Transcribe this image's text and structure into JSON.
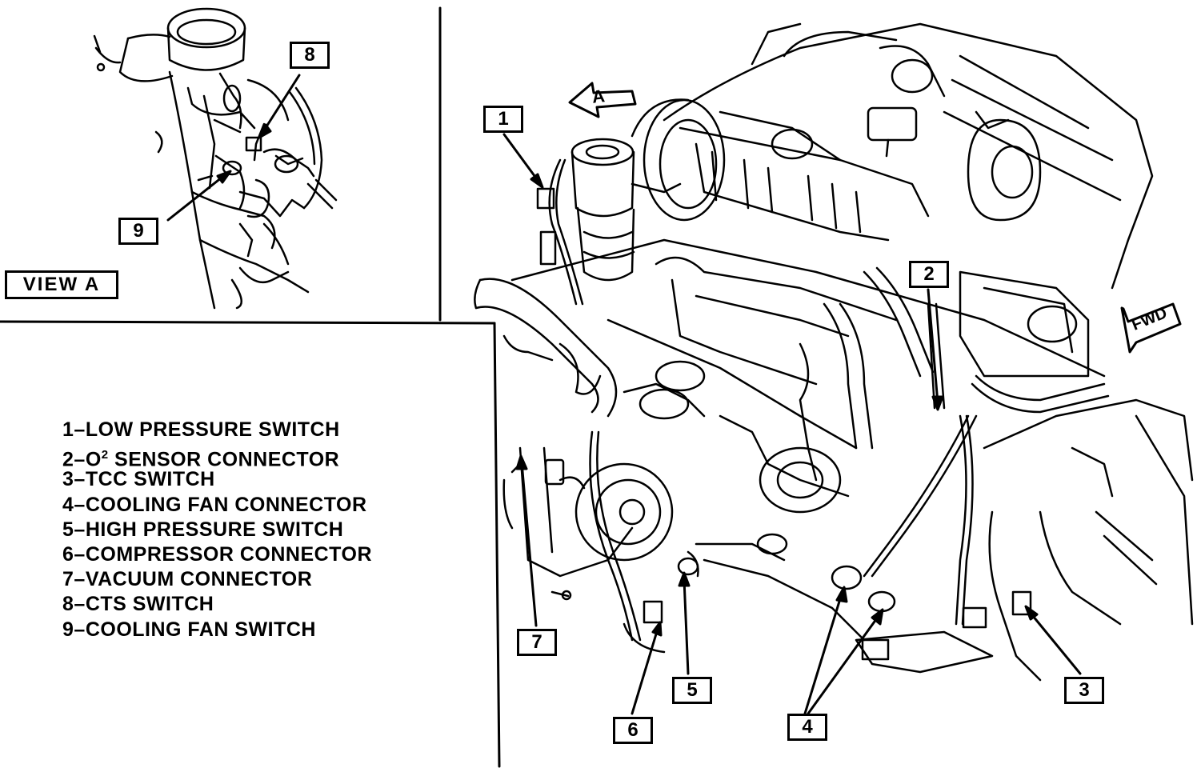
{
  "view_label": "VIEW A",
  "view_arrow_letter": "A",
  "fwd_label": "FWD",
  "callouts": {
    "c1": "1",
    "c2": "2",
    "c3": "3",
    "c4": "4",
    "c5": "5",
    "c6": "6",
    "c7": "7",
    "c8": "8",
    "c9": "9"
  },
  "legend": [
    {
      "num": "1",
      "text": "LOW PRESSURE SWITCH"
    },
    {
      "num": "2",
      "text": "O",
      "sup": "2",
      "tail": " SENSOR CONNECTOR"
    },
    {
      "num": "3",
      "text": "TCC SWITCH"
    },
    {
      "num": "4",
      "text": "COOLING FAN CONNECTOR"
    },
    {
      "num": "5",
      "text": "HIGH PRESSURE SWITCH"
    },
    {
      "num": "6",
      "text": "COMPRESSOR CONNECTOR"
    },
    {
      "num": "7",
      "text": "VACUUM CONNECTOR"
    },
    {
      "num": "8",
      "text": "CTS SWITCH"
    },
    {
      "num": "9",
      "text": "COOLING FAN SWITCH"
    }
  ]
}
